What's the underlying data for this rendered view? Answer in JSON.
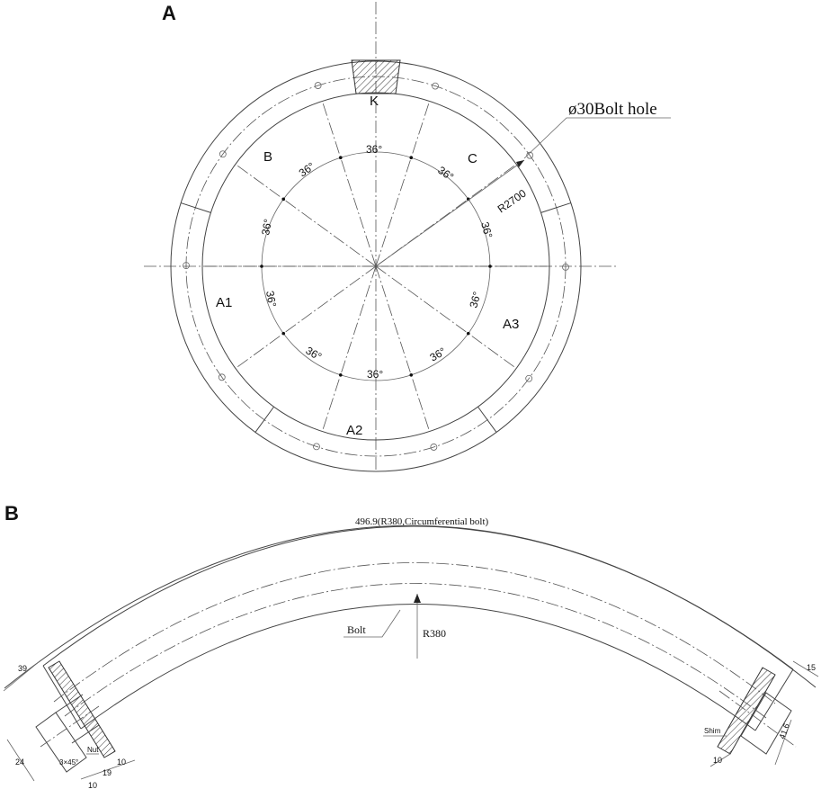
{
  "panel_a": {
    "label": "A",
    "segments": {
      "K": "K",
      "B": "B",
      "C": "C",
      "A1": "A1",
      "A2": "A2",
      "A3": "A3"
    },
    "angle_label": "36°",
    "bolt_hole": "ø30Bolt hole",
    "radius": "R2700"
  },
  "panel_b": {
    "label": "B",
    "arc_label": "496.9(R380,Circumferential bolt)",
    "bolt": "Bolt",
    "radius": "R380",
    "nut": "Nut",
    "shim": "Shim",
    "chamfer": "3×45°",
    "dims": {
      "d39": "39",
      "d24": "24",
      "d19": "19",
      "d10a": "10",
      "d10b": "10",
      "d10c": "10",
      "d15": "15",
      "d41_6": "41.6"
    }
  },
  "colors": {
    "line": "#444444",
    "text": "#111111",
    "background": "#ffffff"
  }
}
